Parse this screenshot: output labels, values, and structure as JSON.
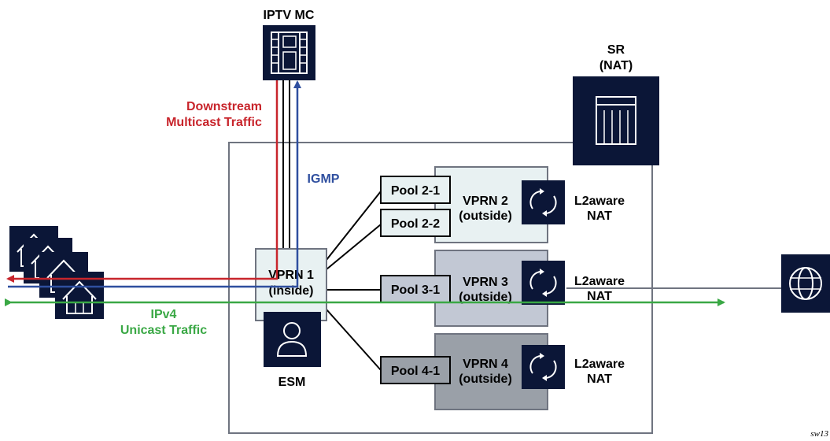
{
  "nodes": {
    "iptv": {
      "label": "IPTV MC"
    },
    "sr": {
      "line1": "SR",
      "line2": "(NAT)"
    },
    "vprn1": {
      "line1": "VPRN 1",
      "line2": "(inside)"
    },
    "esm": {
      "label": "ESM"
    },
    "vprn2": {
      "line1": "VPRN 2",
      "line2": "(outside)"
    },
    "vprn3": {
      "line1": "VPRN 3",
      "line2": "(outside)"
    },
    "vprn4": {
      "line1": "VPRN 4",
      "line2": "(outside)"
    },
    "pools": [
      "Pool 2-1",
      "Pool 2-2",
      "Pool 3-1",
      "Pool 4-1"
    ],
    "nat_labels": [
      {
        "line1": "L2aware",
        "line2": "NAT"
      },
      {
        "line1": "L2aware",
        "line2": "NAT"
      },
      {
        "line1": "L2aware",
        "line2": "NAT"
      }
    ]
  },
  "flows": {
    "downstream": {
      "line1": "Downstream",
      "line2": "Multicast Traffic",
      "color": "#c8252c"
    },
    "igmp": {
      "label": "IGMP",
      "color": "#2f4f9f"
    },
    "unicast": {
      "line1": "IPv4",
      "line2": "Unicast Traffic",
      "color": "#3aa845"
    }
  },
  "footer": {
    "figure_id": "sw13"
  },
  "colors": {
    "navy": "#0b1637",
    "vprn2_fill": "#e8f1f2",
    "vprn3_fill": "#c2c8d4",
    "vprn4_fill": "#9aa0a8",
    "pool_light": "#e8f1f2",
    "pool_mid": "#c2c8d4",
    "pool_dark": "#9aa0a8"
  }
}
